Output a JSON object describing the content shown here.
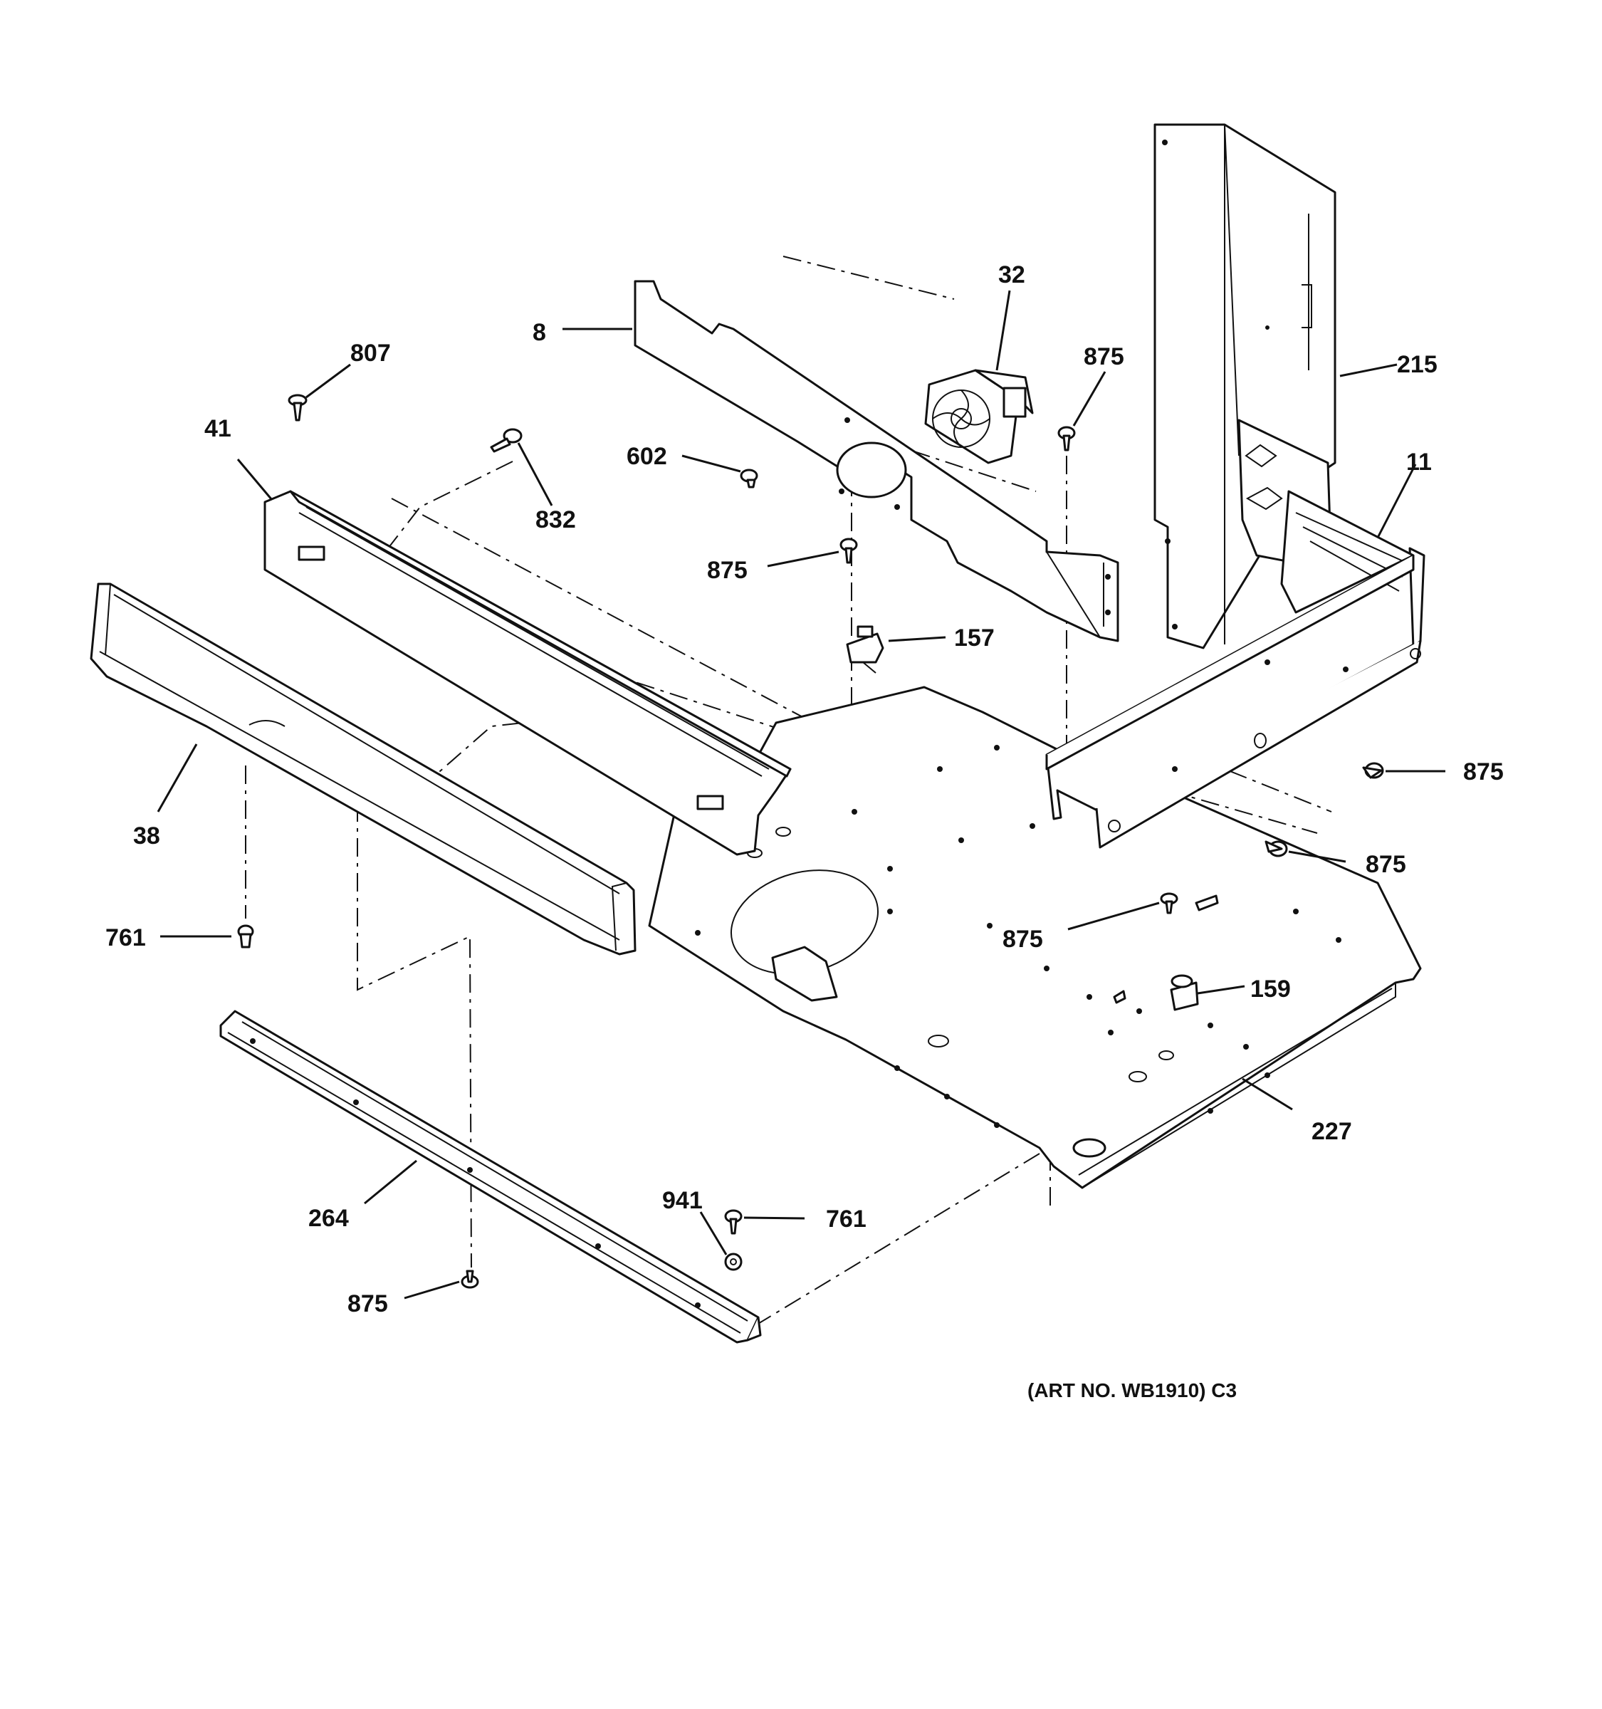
{
  "labels": {
    "p8": "8",
    "p32": "32",
    "p875_top": "875",
    "p215": "215",
    "p807": "807",
    "p41": "41",
    "p832": "832",
    "p602": "602",
    "p11": "11",
    "p875_mid": "875",
    "p157": "157",
    "p875_right1": "875",
    "p875_right2": "875",
    "p38": "38",
    "p875_center": "875",
    "p761_left": "761",
    "p159": "159",
    "p227": "227",
    "p941": "941",
    "p761_bottom": "761",
    "p264": "264",
    "p875_bottom": "875"
  },
  "art_number": "(ART NO. WB1910) C3"
}
